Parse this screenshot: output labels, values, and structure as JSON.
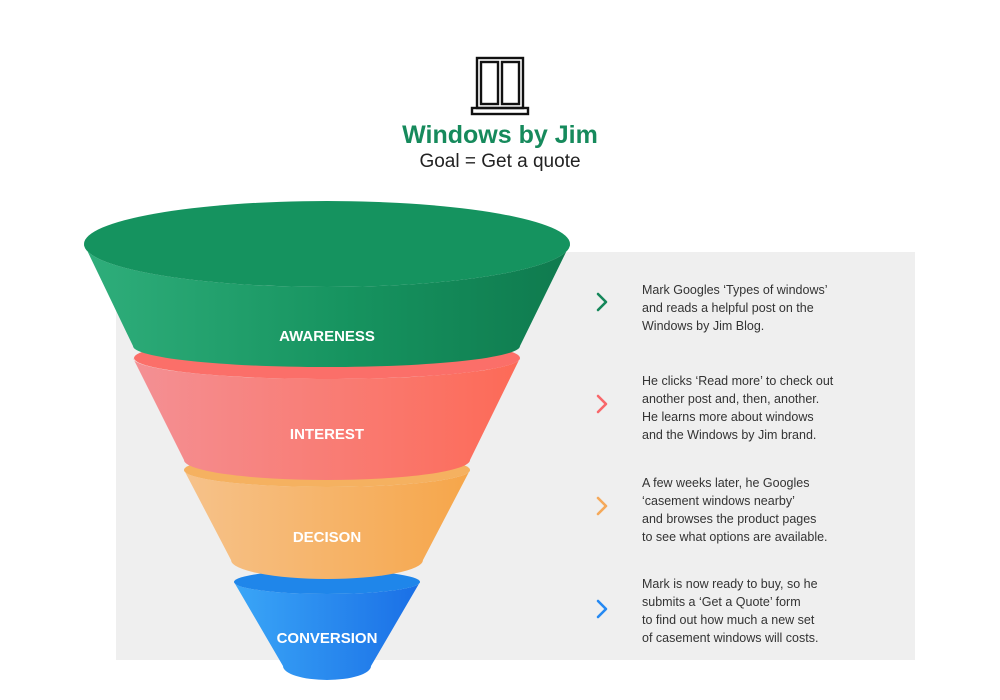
{
  "header": {
    "icon": "window-icon",
    "title": "Windows by Jim",
    "subtitle": "Goal = Get a quote"
  },
  "colors": {
    "brand_green": "#168a5c",
    "awareness": "#15875a",
    "interest": "#f8676a",
    "decision": "#f5a95a",
    "conversion": "#2589f2",
    "panel": "#efefef"
  },
  "funnel": {
    "stages": [
      {
        "label": "AWARENESS",
        "color": "#15875a"
      },
      {
        "label": "INTEREST",
        "color": "#f8676a"
      },
      {
        "label": "DECISON",
        "color": "#f5a95a"
      },
      {
        "label": "CONVERSION",
        "color": "#2589f2"
      }
    ]
  },
  "steps": [
    {
      "icon": "chevron-right-icon",
      "color": "#15875a",
      "text": "Mark Googles ‘Types of windows’\nand reads a helpful post on the\nWindows by Jim Blog."
    },
    {
      "icon": "chevron-right-icon",
      "color": "#f8676a",
      "text": "He clicks ‘Read more’ to check out\nanother post and, then, another.\nHe learns more about windows\nand the Windows by Jim brand."
    },
    {
      "icon": "chevron-right-icon",
      "color": "#f5a95a",
      "text": "A few weeks later, he Googles\n‘casement windows nearby’\nand browses the product pages\nto see what options are available."
    },
    {
      "icon": "chevron-right-icon",
      "color": "#2589f2",
      "text": "Mark is now ready to buy, so he\nsubmits a ‘Get a Quote’ form\nto find out how much a new set\nof casement windows will costs."
    }
  ]
}
